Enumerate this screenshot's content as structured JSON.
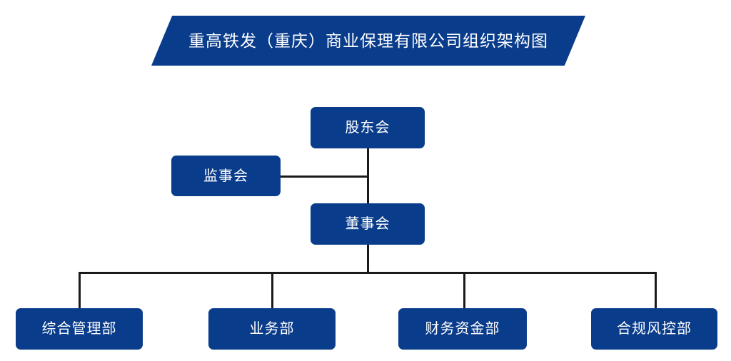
{
  "title": {
    "text": "重高铁发（重庆）商业保理有限公司组织架构图"
  },
  "colors": {
    "node_fill": "#0a3c8c",
    "node_text": "#ffffff",
    "connector": "#1a1a1a",
    "background": "#ffffff"
  },
  "chart_data": {
    "type": "diagram",
    "diagram_type": "organization-chart",
    "title": "重高铁发（重庆）商业保理有限公司组织架构图",
    "nodes": [
      {
        "id": "shareholders",
        "label": "股东会",
        "level": 1
      },
      {
        "id": "supervisors",
        "label": "监事会",
        "level": 2
      },
      {
        "id": "directors",
        "label": "董事会",
        "level": 2
      },
      {
        "id": "general-management",
        "label": "综合管理部",
        "level": 3
      },
      {
        "id": "business",
        "label": "业务部",
        "level": 3
      },
      {
        "id": "finance",
        "label": "财务资金部",
        "level": 3
      },
      {
        "id": "compliance",
        "label": "合规风控部",
        "level": 3
      }
    ],
    "edges": [
      {
        "from": "shareholders",
        "to": "directors"
      },
      {
        "from": "supervisors",
        "to": "shareholders"
      },
      {
        "from": "directors",
        "to": "general-management"
      },
      {
        "from": "directors",
        "to": "business"
      },
      {
        "from": "directors",
        "to": "finance"
      },
      {
        "from": "directors",
        "to": "compliance"
      }
    ]
  }
}
